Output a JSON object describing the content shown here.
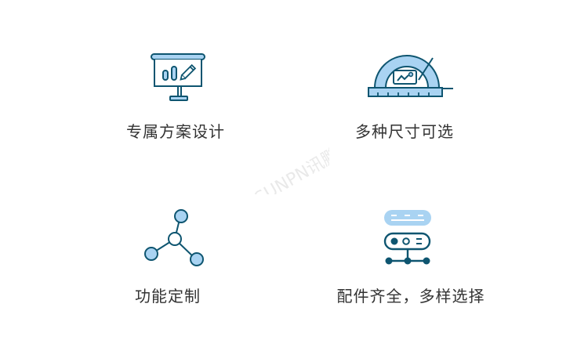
{
  "colors": {
    "stroke": "#0e5570",
    "fill_light": "#a9d3f2",
    "text": "#333333",
    "watermark": "#e3e3e3"
  },
  "watermark": {
    "text": "SUNPN讯鹏"
  },
  "features": [
    {
      "id": "custom-design",
      "icon": "presentation-board-icon",
      "label": "专属方案设计"
    },
    {
      "id": "multiple-sizes",
      "icon": "protractor-ruler-icon",
      "label": "多种尺寸可选"
    },
    {
      "id": "custom-function",
      "icon": "network-nodes-icon",
      "label": "功能定制"
    },
    {
      "id": "accessories",
      "icon": "server-hub-icon",
      "label": "配件齐全，多样选择"
    }
  ]
}
